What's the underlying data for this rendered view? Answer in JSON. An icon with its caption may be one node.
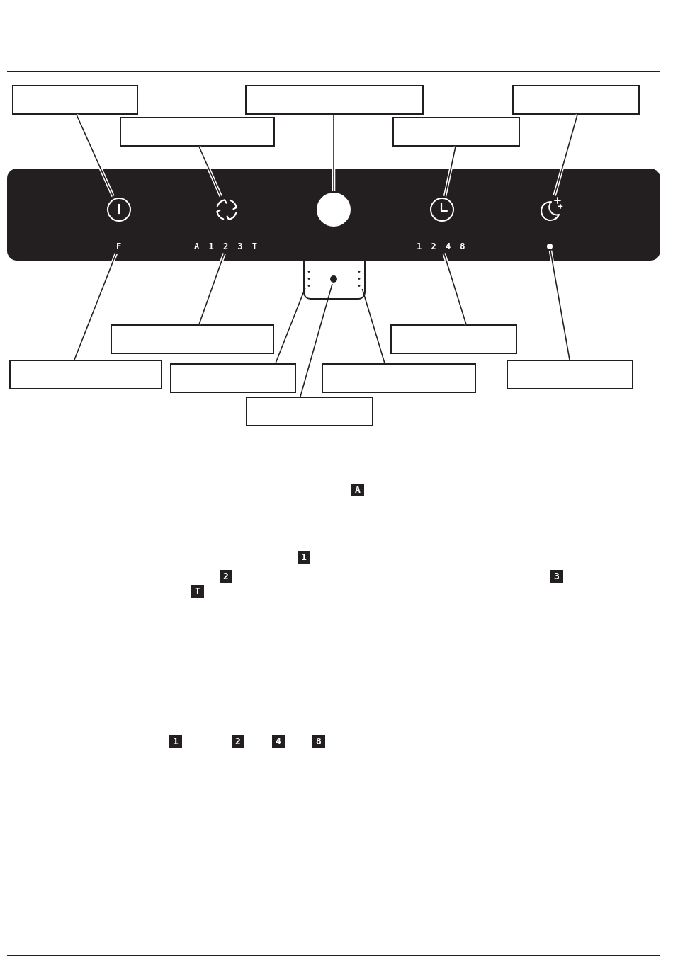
{
  "diagram": {
    "nodes": [
      {
        "text": [],
        "shape": "box"
      },
      {
        "text": [],
        "shape": "box"
      },
      {
        "text": [],
        "shape": "box"
      },
      {
        "text": [],
        "shape": "box"
      },
      {
        "text": [],
        "shape": "box"
      },
      {
        "text": [],
        "shape": "box"
      },
      {
        "text": [],
        "shape": "picture",
        "in": 5
      },
      {
        "text": [],
        "shape": "picture",
        "in": 5
      },
      {
        "text": [],
        "shape": "circle",
        "in": 5
      },
      {
        "text": [],
        "shape": "picture",
        "in": 5
      },
      {
        "text": [],
        "shape": "picture",
        "in": 5
      },
      {
        "text": [
          "F"
        ],
        "in": 5
      },
      {
        "text": [
          "A 1 2 3 T"
        ],
        "in": 5
      },
      {
        "text": [
          "1 2 4 8"
        ],
        "in": 5
      },
      {
        "text": [],
        "shape": "circle",
        "in": 5
      },
      {
        "text": [],
        "shape": "box"
      },
      {
        "text": [],
        "shape": "picture",
        "in": 15
      },
      {
        "text": [],
        "shape": "circle",
        "in": 15
      },
      {
        "text": [],
        "shape": "picture",
        "in": 15
      },
      {
        "text": [],
        "shape": "box"
      },
      {
        "text": [],
        "shape": "box"
      },
      {
        "text": [],
        "shape": "box"
      },
      {
        "text": [],
        "shape": "box"
      },
      {
        "text": [],
        "shape": "box"
      },
      {
        "text": [],
        "shape": "box"
      },
      {
        "text": [],
        "shape": "box"
      }
    ],
    "edges": [
      {
        "from": 0,
        "to": 6,
        "arrow": "none"
      },
      {
        "from": 1,
        "to": 8,
        "arrow": "none"
      },
      {
        "from": 2,
        "to": 10,
        "arrow": "none"
      },
      {
        "from": 3,
        "to": 7,
        "arrow": "none"
      },
      {
        "from": 4,
        "to": 9,
        "arrow": "none"
      },
      {
        "from": 19,
        "to": 12,
        "arrow": "none"
      },
      {
        "from": 20,
        "to": 13,
        "arrow": "none"
      },
      {
        "from": 21,
        "to": 11,
        "arrow": "none"
      },
      {
        "from": 22,
        "to": 16,
        "arrow": "none"
      },
      {
        "from": 23,
        "to": 18,
        "arrow": "none"
      },
      {
        "from": 24,
        "to": 14,
        "arrow": "none"
      },
      {
        "from": 25,
        "to": 17,
        "arrow": "none"
      }
    ],
    "labels": [
      "A",
      "1",
      "2",
      "3",
      "T",
      "1",
      "2",
      "4",
      "8"
    ]
  }
}
